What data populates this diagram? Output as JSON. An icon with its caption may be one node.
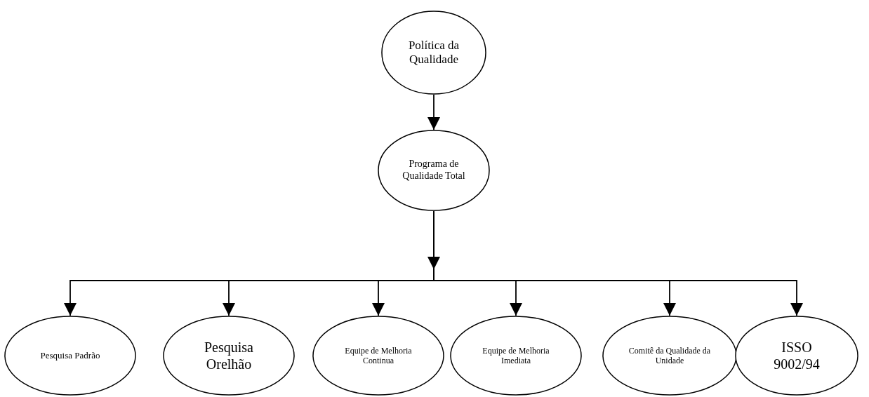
{
  "diagram": {
    "nodes": [
      {
        "text": [
          "Política da Qualidade"
        ]
      },
      {
        "text": [
          "Programa de Qualidade Total"
        ]
      },
      {
        "text": [
          "Pesquisa Padrão"
        ]
      },
      {
        "text": [
          "Pesquisa Orelhão"
        ]
      },
      {
        "text": [
          "Equipe de Melhoria Continua"
        ]
      },
      {
        "text": [
          "Equipe de Melhoria Imediata"
        ]
      },
      {
        "text": [
          "Comitê da Qualidade da Unidade"
        ]
      },
      {
        "text": [
          "ISSO 9002/94"
        ]
      }
    ],
    "edges": [
      {
        "from": 0,
        "to": 1,
        "arrow": "to"
      },
      {
        "from": 1,
        "to": 2,
        "arrow": "to"
      },
      {
        "from": 1,
        "to": 3,
        "arrow": "to"
      },
      {
        "from": 1,
        "to": 4,
        "arrow": "to"
      },
      {
        "from": 1,
        "to": 5,
        "arrow": "to"
      },
      {
        "from": 1,
        "to": 6,
        "arrow": "to"
      },
      {
        "from": 1,
        "to": 7,
        "arrow": "to"
      }
    ]
  }
}
